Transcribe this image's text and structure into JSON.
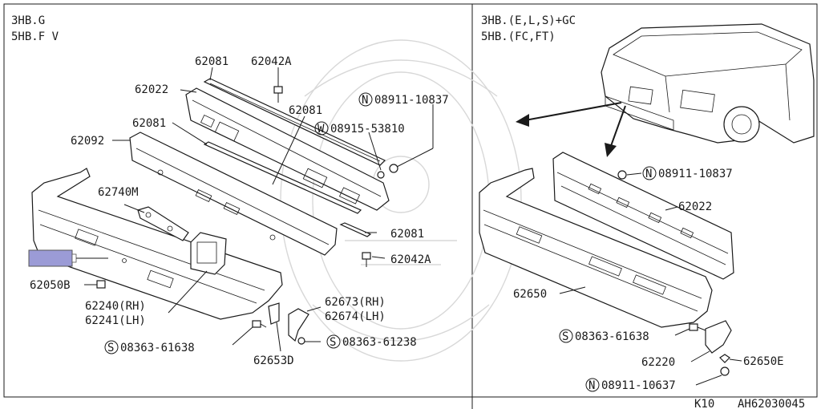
{
  "left_panel": {
    "header_line1": "3HB.G",
    "header_line2": "5HB.F V",
    "labels": {
      "p62081_top": "62081",
      "p62042A_top": "62042A",
      "p62022": "62022",
      "p62081_mid": "62081",
      "n08911": "08911-10837",
      "n08911_prefix": "N",
      "w08915": "08915-53810",
      "w08915_prefix": "W",
      "p62081_left": "62081",
      "p62092": "62092",
      "p62740M": "62740M",
      "p62081_right": "62081",
      "p62042A_bot": "62042A",
      "p62050B": "62050B",
      "p62240": "62240(RH)",
      "p62241": "62241(LH)",
      "p62673": "62673(RH)",
      "p62674": "62674(LH)",
      "s08363_left": "08363-61638",
      "s08363_left_prefix": "S",
      "s08363_right": "08363-61238",
      "s08363_right_prefix": "S",
      "p62653D": "62653D"
    }
  },
  "right_panel": {
    "header_line1": "3HB.(E,L,S)+GC",
    "header_line2": "5HB.(FC,FT)",
    "labels": {
      "n08911_top": "08911-10837",
      "n08911_top_prefix": "N",
      "p62022": "62022",
      "p62650": "62650",
      "s08363": "08363-61638",
      "s08363_prefix": "S",
      "p62220": "62220",
      "p62650E": "62650E",
      "n08911_bot": "08911-10637",
      "n08911_bot_prefix": "N"
    }
  },
  "footer": {
    "page_code": "K10",
    "diagram_code": "AH62030045"
  },
  "colors": {
    "highlight_fill": "#9b9bd6",
    "line": "#1a1a1a",
    "background": "#ffffff",
    "watermark": "#d8d8d8"
  }
}
